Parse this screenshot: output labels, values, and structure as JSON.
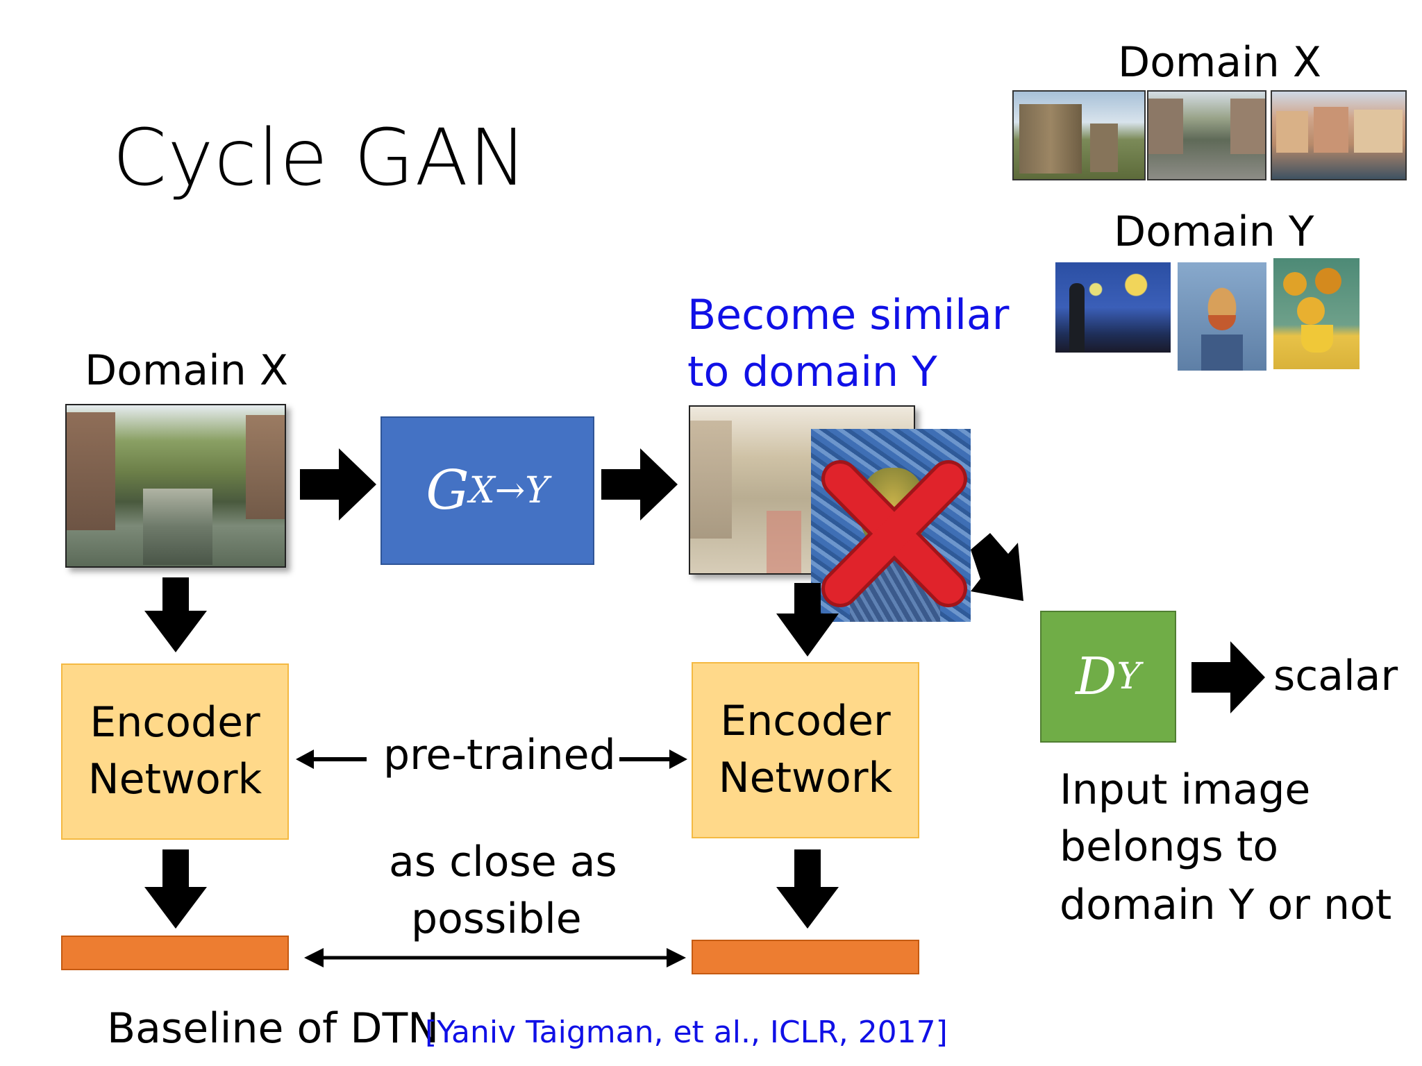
{
  "slide": {
    "title": "Cycle GAN",
    "domain_x_label": "Domain X",
    "top_right_domain_x_label": "Domain X",
    "top_right_domain_y_label": "Domain Y",
    "become_similar_line1": "Become similar",
    "become_similar_line2": "to domain Y",
    "generator": {
      "symbol": "G",
      "subscript": "X→Y",
      "color": "#4472c4"
    },
    "discriminator": {
      "symbol": "D",
      "subscript": "Y",
      "color": "#70ad47"
    },
    "encoder_left": {
      "line1": "Encoder",
      "line2": "Network"
    },
    "encoder_right": {
      "line1": "Encoder",
      "line2": "Network"
    },
    "pretrained_label": "pre-trained",
    "close_line1": "as close as",
    "close_line2": "possible",
    "scalar_label": "scalar",
    "disc_desc_line1": "Input image",
    "disc_desc_line2": "belongs to",
    "disc_desc_line3": "domain Y or not",
    "footer_text": "Baseline of DTN",
    "footer_citation": "[Yaniv Taigman, et al., ICLR, 2017]",
    "colors": {
      "encoder": "#ffd98a",
      "feature": "#ed7d31",
      "blue_text": "#1010e6",
      "cross": "#e0232b"
    }
  }
}
